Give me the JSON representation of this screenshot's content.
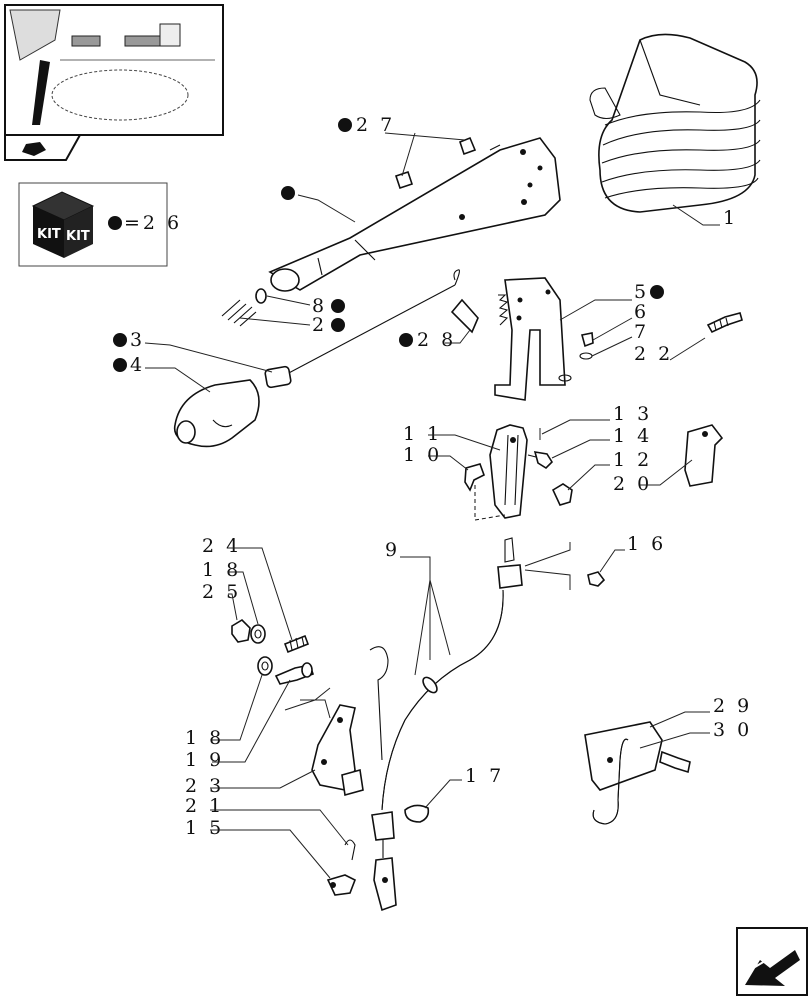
{
  "kit_box": {
    "kit_label_left": "KIT",
    "kit_label_right": "KIT",
    "legend_text": "=2 6"
  },
  "labels": {
    "l1": "1",
    "l27": "2 7",
    "l5": "5",
    "l6": "6",
    "l7": "7",
    "l22": "2 2",
    "l8": "8",
    "l2": "2",
    "l3": "3",
    "l4": "4",
    "l28": "2 8",
    "l13": "1 3",
    "l14": "1 4",
    "l12": "1 2",
    "l20": "2 0",
    "l11": "1 1",
    "l10": "1 0",
    "l24": "2 4",
    "l18a": "1 8",
    "l25": "2 5",
    "l9": "9",
    "l16": "1 6",
    "l18b": "1 8",
    "l19": "1 9",
    "l23": "2 3",
    "l21": "2 1",
    "l15": "1 5",
    "l17": "1 7",
    "l29": "2 9",
    "l30": "3 0"
  },
  "icons": {
    "thumbnail": "tractor-cab-location-icon",
    "kit": "kit-box-icon",
    "nav": "next-page-arrow-icon"
  }
}
